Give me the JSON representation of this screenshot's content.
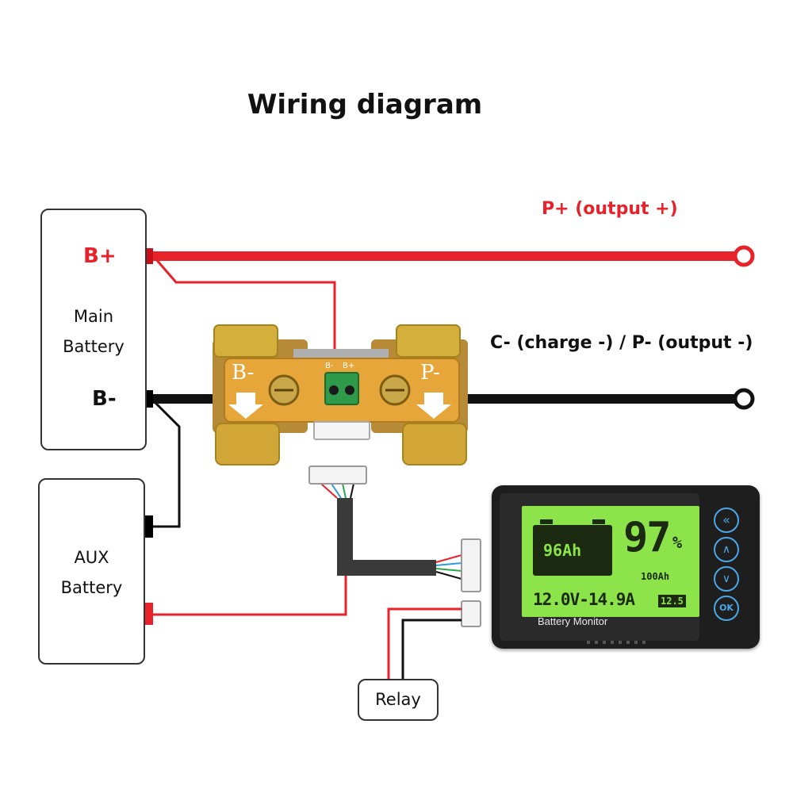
{
  "diagram": {
    "title": "Wiring diagram",
    "labels": {
      "b_plus": "B+",
      "b_minus": "B-",
      "p_plus_output": "P+ (output +)",
      "c_minus_p_minus": "C- (charge -) / P- (output -)"
    },
    "main_battery": {
      "line1": "Main",
      "line2": "Battery"
    },
    "aux_battery": {
      "line1": "AUX",
      "line2": "Battery"
    },
    "relay": "Relay",
    "shunt": {
      "b_minus_mark": "B-",
      "p_minus_mark": "P-",
      "terminal_b_minus": "B-",
      "terminal_b_plus": "B+"
    },
    "monitor": {
      "label": "Battery Monitor",
      "capacity_remaining": "96Ah",
      "percent": "97",
      "percent_sign": "%",
      "total_capacity": "100Ah",
      "voltage_current": "12.0V-14.9A",
      "battery_voltage_icon": "12.5",
      "buttons": [
        "back-icon",
        "up-icon",
        "down-icon",
        "OK"
      ],
      "ok_label": "OK"
    },
    "colors": {
      "positive_wire": "#e8222a",
      "negative_wire": "#111111",
      "lcd_green": "#8de34a",
      "shunt_brass": "#c9a24a"
    }
  }
}
